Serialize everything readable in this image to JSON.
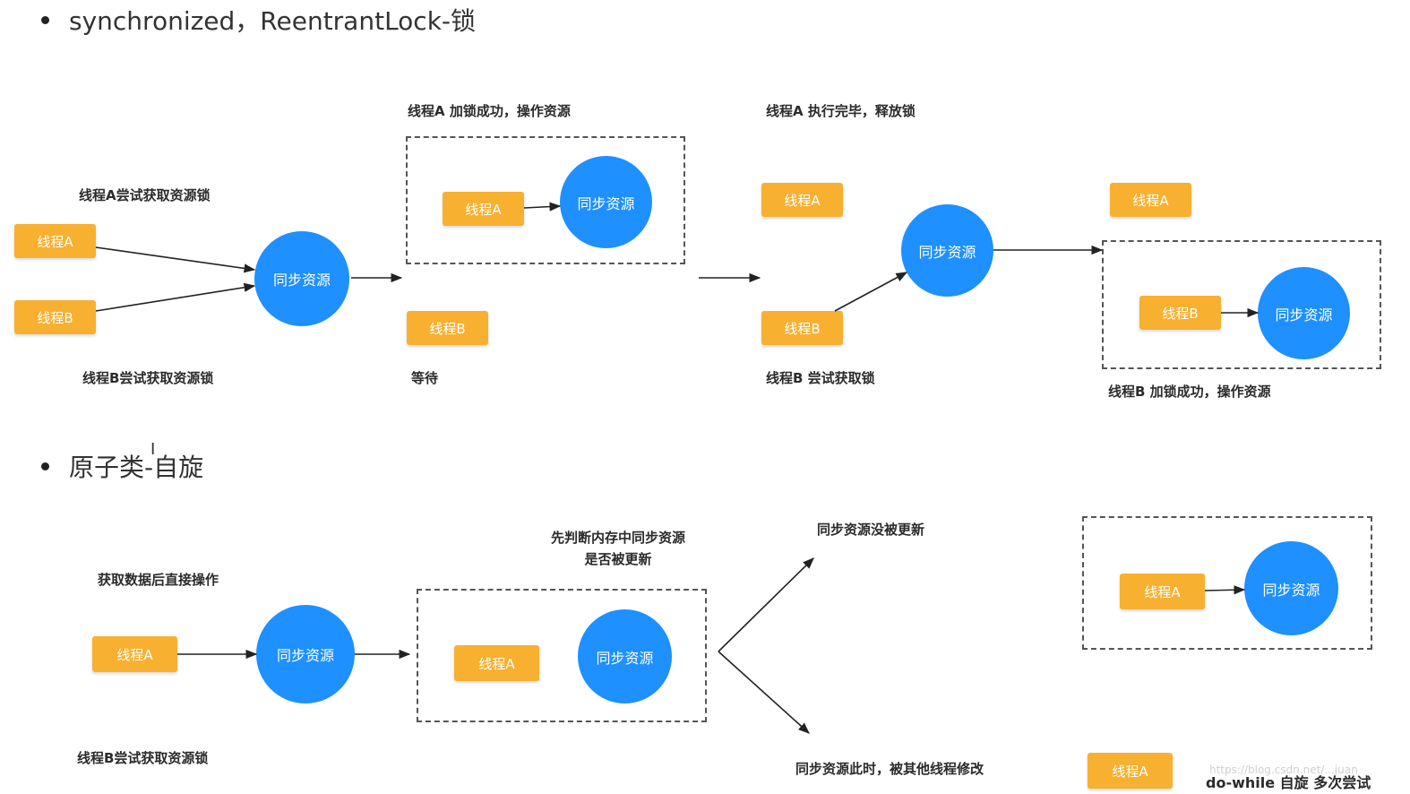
{
  "section1": {
    "heading": "synchronized，ReentrantLock-锁",
    "cap_a_try": "线程A尝试获取资源锁",
    "cap_b_try": "线程B尝试获取资源锁",
    "cap_a_locked": "线程A 加锁成功，操作资源",
    "cap_wait": "等待",
    "cap_a_release": "线程A 执行完毕，释放锁",
    "cap_b_trylock": "线程B  尝试获取锁",
    "cap_b_locked": "线程B 加锁成功，操作资源"
  },
  "section2": {
    "heading": "原子类-自旋",
    "cap_direct": "获取数据后直接操作",
    "cap_b_try": "线程B尝试获取资源锁",
    "cap_check_1": "先判断内存中同步资源",
    "cap_check_2": "是否被更新",
    "cap_not_updated": "同步资源没被更新",
    "cap_modified": "同步资源此时，被其他线程修改",
    "cap_dowhile": "do-while 自旋 多次尝试"
  },
  "labels": {
    "thread_a": "线程A",
    "thread_b": "线程B",
    "resource": "同步资源"
  },
  "watermark": "https://blog.csdn.net/...juan",
  "colors": {
    "thread": "#f7b030",
    "resource": "#1e90ff",
    "arrow": "#222222",
    "dashed_border": "#555555"
  }
}
